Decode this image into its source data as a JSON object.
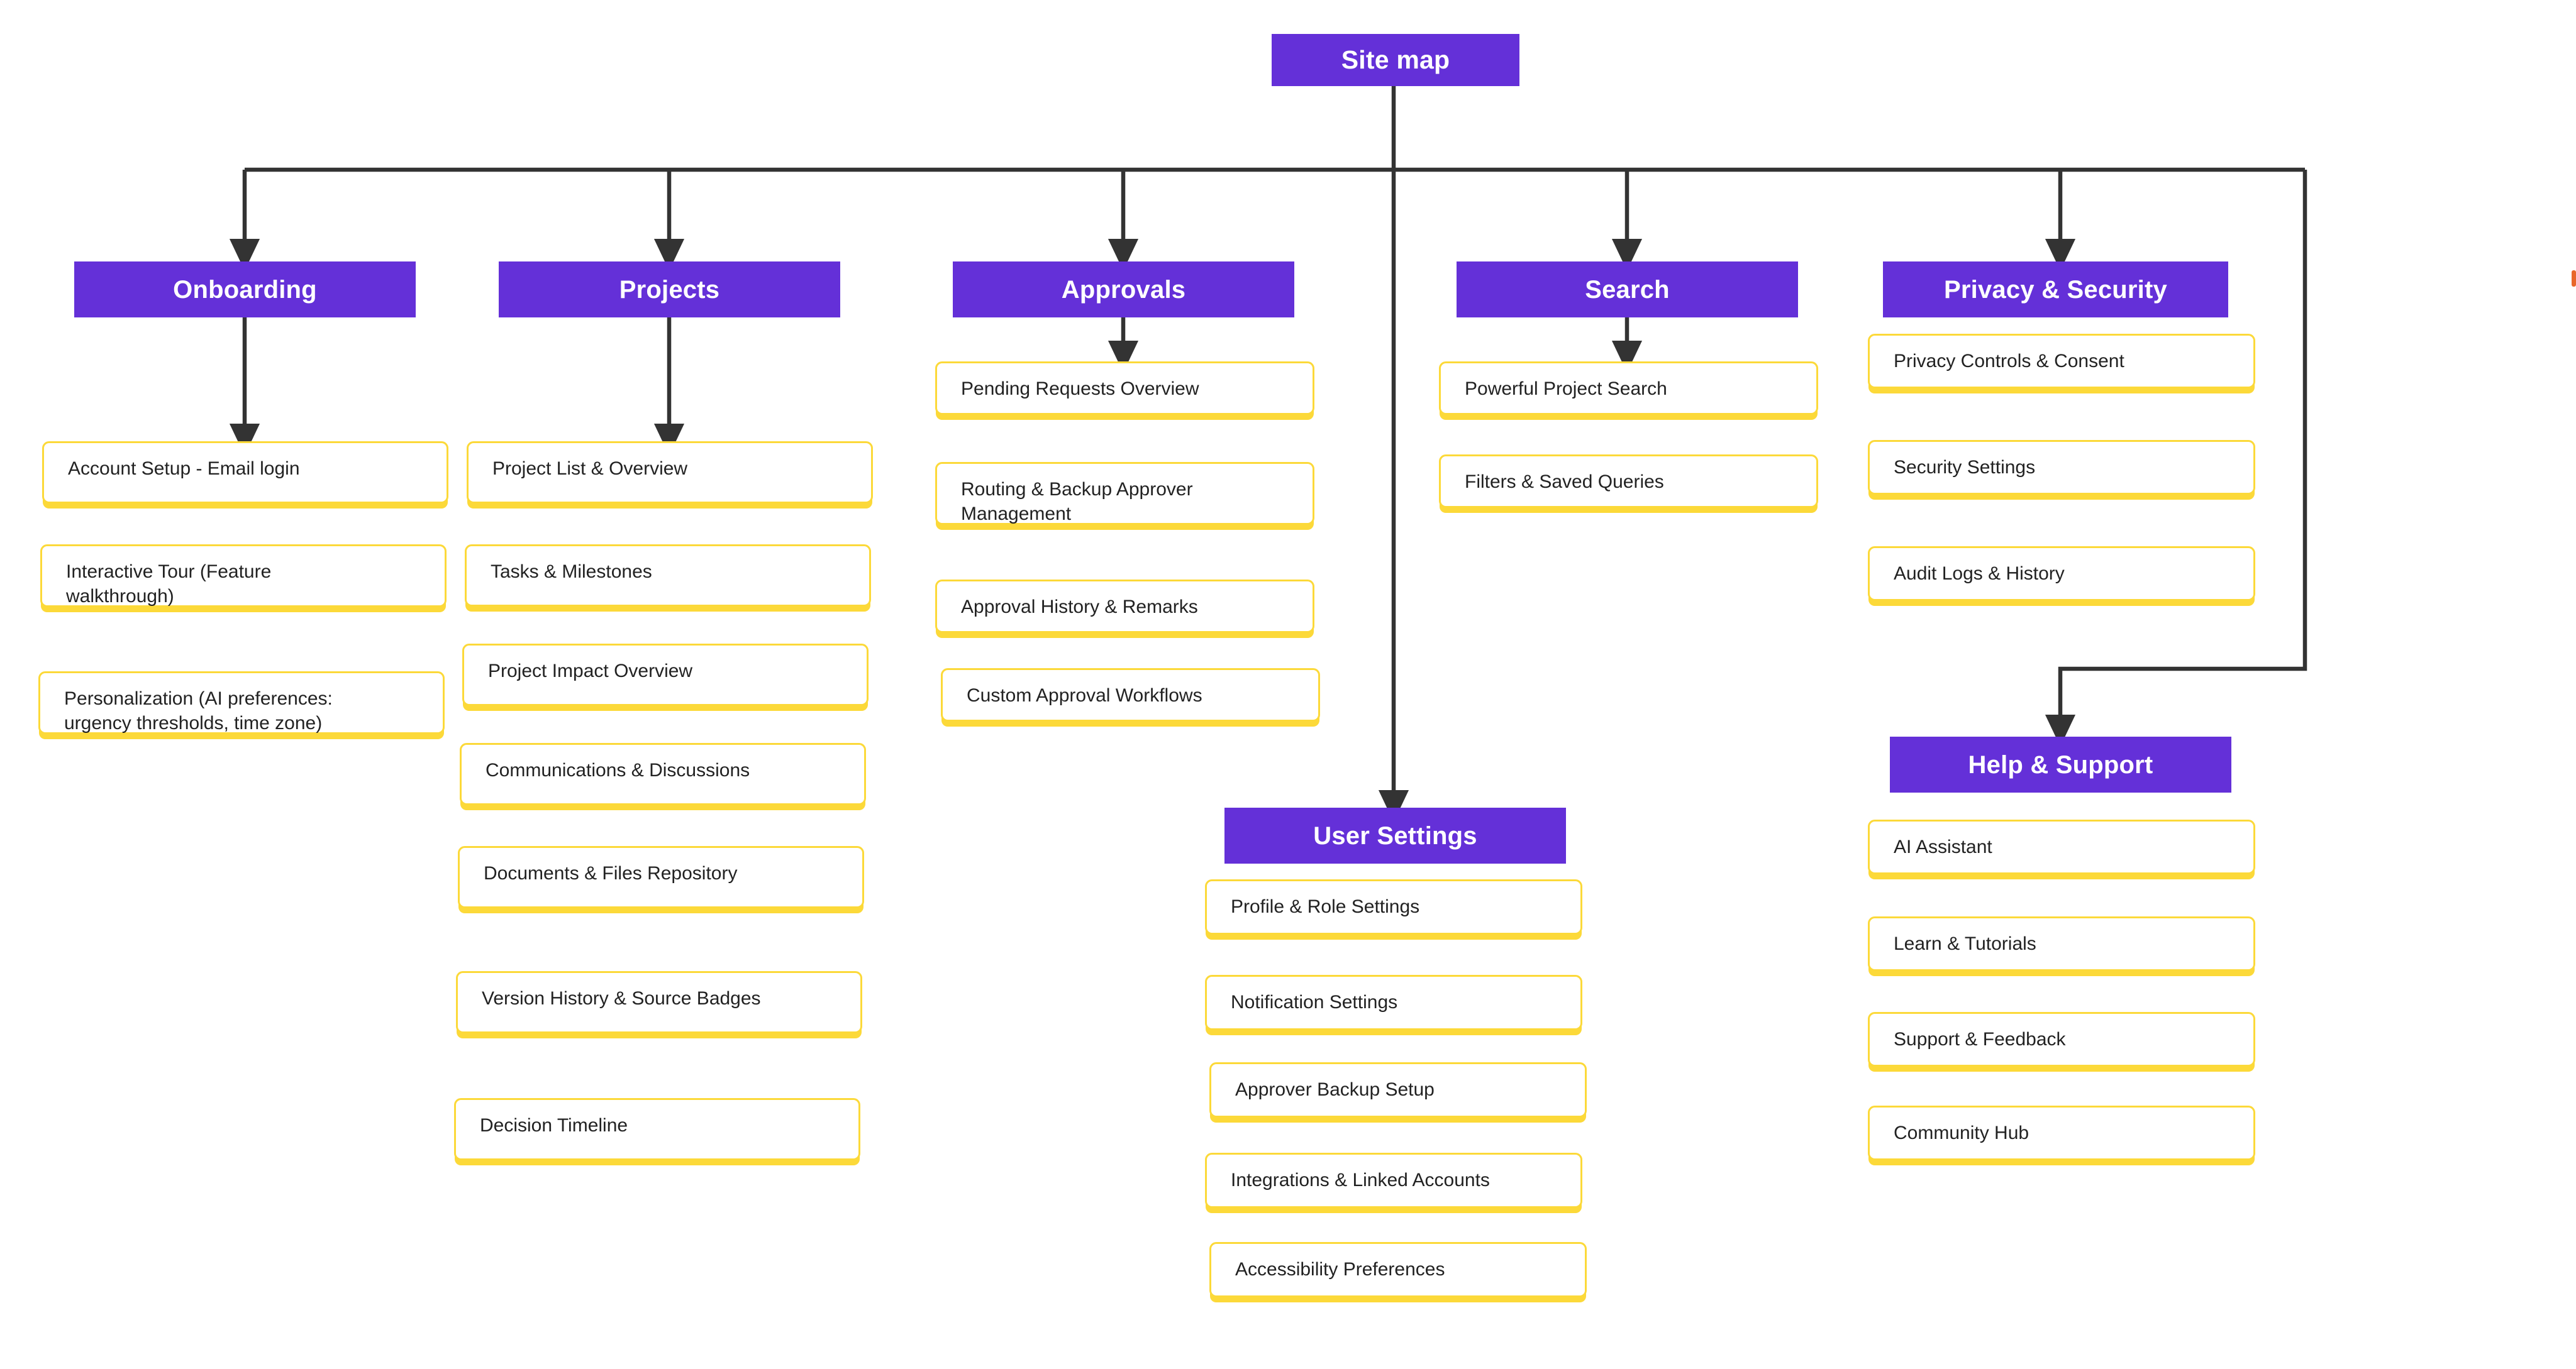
{
  "diagram": {
    "title": "Site map",
    "type": "site-map-tree",
    "colors": {
      "header_bg": "#6430d8",
      "header_text": "#ffffff",
      "leaf_border": "#fcd939",
      "leaf_bg": "#ffffff",
      "leaf_text": "#222222",
      "connector": "#333333"
    }
  },
  "root": {
    "label": "Site map"
  },
  "sections": [
    {
      "id": "onboarding",
      "label": "Onboarding",
      "items": [
        {
          "label": "Account Setup - Email login"
        },
        {
          "label": "Interactive Tour (Feature\nwalkthrough)"
        },
        {
          "label": "Personalization (AI preferences:\nurgency thresholds, time zone)"
        }
      ]
    },
    {
      "id": "projects",
      "label": "Projects",
      "items": [
        {
          "label": "Project List & Overview"
        },
        {
          "label": "Tasks & Milestones"
        },
        {
          "label": "Project Impact Overview"
        },
        {
          "label": "Communications & Discussions"
        },
        {
          "label": "Documents & Files Repository"
        },
        {
          "label": "Version History & Source Badges"
        },
        {
          "label": "Decision Timeline"
        }
      ]
    },
    {
      "id": "approvals",
      "label": "Approvals",
      "items": [
        {
          "label": "Pending Requests Overview"
        },
        {
          "label": "Routing & Backup Approver\nManagement"
        },
        {
          "label": "Approval History & Remarks"
        },
        {
          "label": "Custom Approval Workflows"
        }
      ]
    },
    {
      "id": "search",
      "label": "Search",
      "items": [
        {
          "label": "Powerful Project Search"
        },
        {
          "label": "Filters & Saved Queries"
        }
      ]
    },
    {
      "id": "privacy-security",
      "label": "Privacy & Security",
      "items": [
        {
          "label": "Privacy Controls & Consent"
        },
        {
          "label": "Security Settings"
        },
        {
          "label": "Audit Logs & History"
        }
      ]
    },
    {
      "id": "user-settings",
      "label": "User Settings",
      "items": [
        {
          "label": "Profile & Role Settings"
        },
        {
          "label": "Notification Settings"
        },
        {
          "label": "Approver Backup Setup"
        },
        {
          "label": "Integrations & Linked Accounts"
        },
        {
          "label": "Accessibility Preferences"
        }
      ]
    },
    {
      "id": "help-support",
      "label": "Help & Support",
      "items": [
        {
          "label": "AI Assistant"
        },
        {
          "label": "Learn & Tutorials"
        },
        {
          "label": "Support & Feedback"
        },
        {
          "label": "Community Hub"
        }
      ]
    }
  ]
}
